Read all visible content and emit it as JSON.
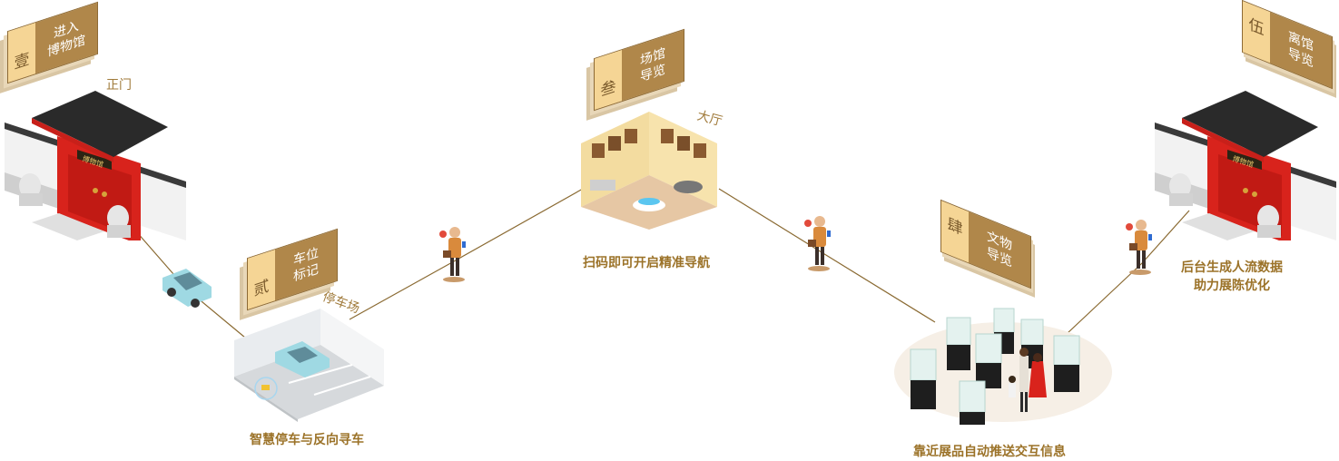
{
  "colors": {
    "line": "#8a6a32",
    "badge_num_bg": "#f5d595",
    "badge_title_bg": "#b0874a",
    "caption": "#9b7228",
    "gate_red": "#d8231c",
    "roof": "#2a2a2a",
    "car": "#9fd9e3",
    "pin": "#e24a3b"
  },
  "steps": [
    {
      "num": "壹",
      "title_line1": "进入",
      "title_line2": "博物馆",
      "place": "正门",
      "caption": ""
    },
    {
      "num": "贰",
      "title_line1": "车位",
      "title_line2": "标记",
      "place": "停车场",
      "caption": "智慧停车与反向寻车"
    },
    {
      "num": "叁",
      "title_line1": "场馆",
      "title_line2": "导览",
      "place": "大厅",
      "caption": "扫码即可开启精准导航"
    },
    {
      "num": "肆",
      "title_line1": "文物",
      "title_line2": "导览",
      "place": "",
      "caption": "靠近展品自动推送交互信息"
    },
    {
      "num": "伍",
      "title_line1": "离馆",
      "title_line2": "导览",
      "place": "",
      "caption_line1": "后台生成人流数据",
      "caption_line2": "助力展陈优化"
    }
  ],
  "gate_plaque": "博物馆",
  "icons": {
    "gate": "museum-gate-icon",
    "car": "car-icon",
    "parking": "parking-lot-icon",
    "hall": "exhibition-hall-icon",
    "relic": "relic-showcase-icon",
    "visitor": "visitor-with-phone-icon",
    "pin": "location-pin-icon"
  }
}
